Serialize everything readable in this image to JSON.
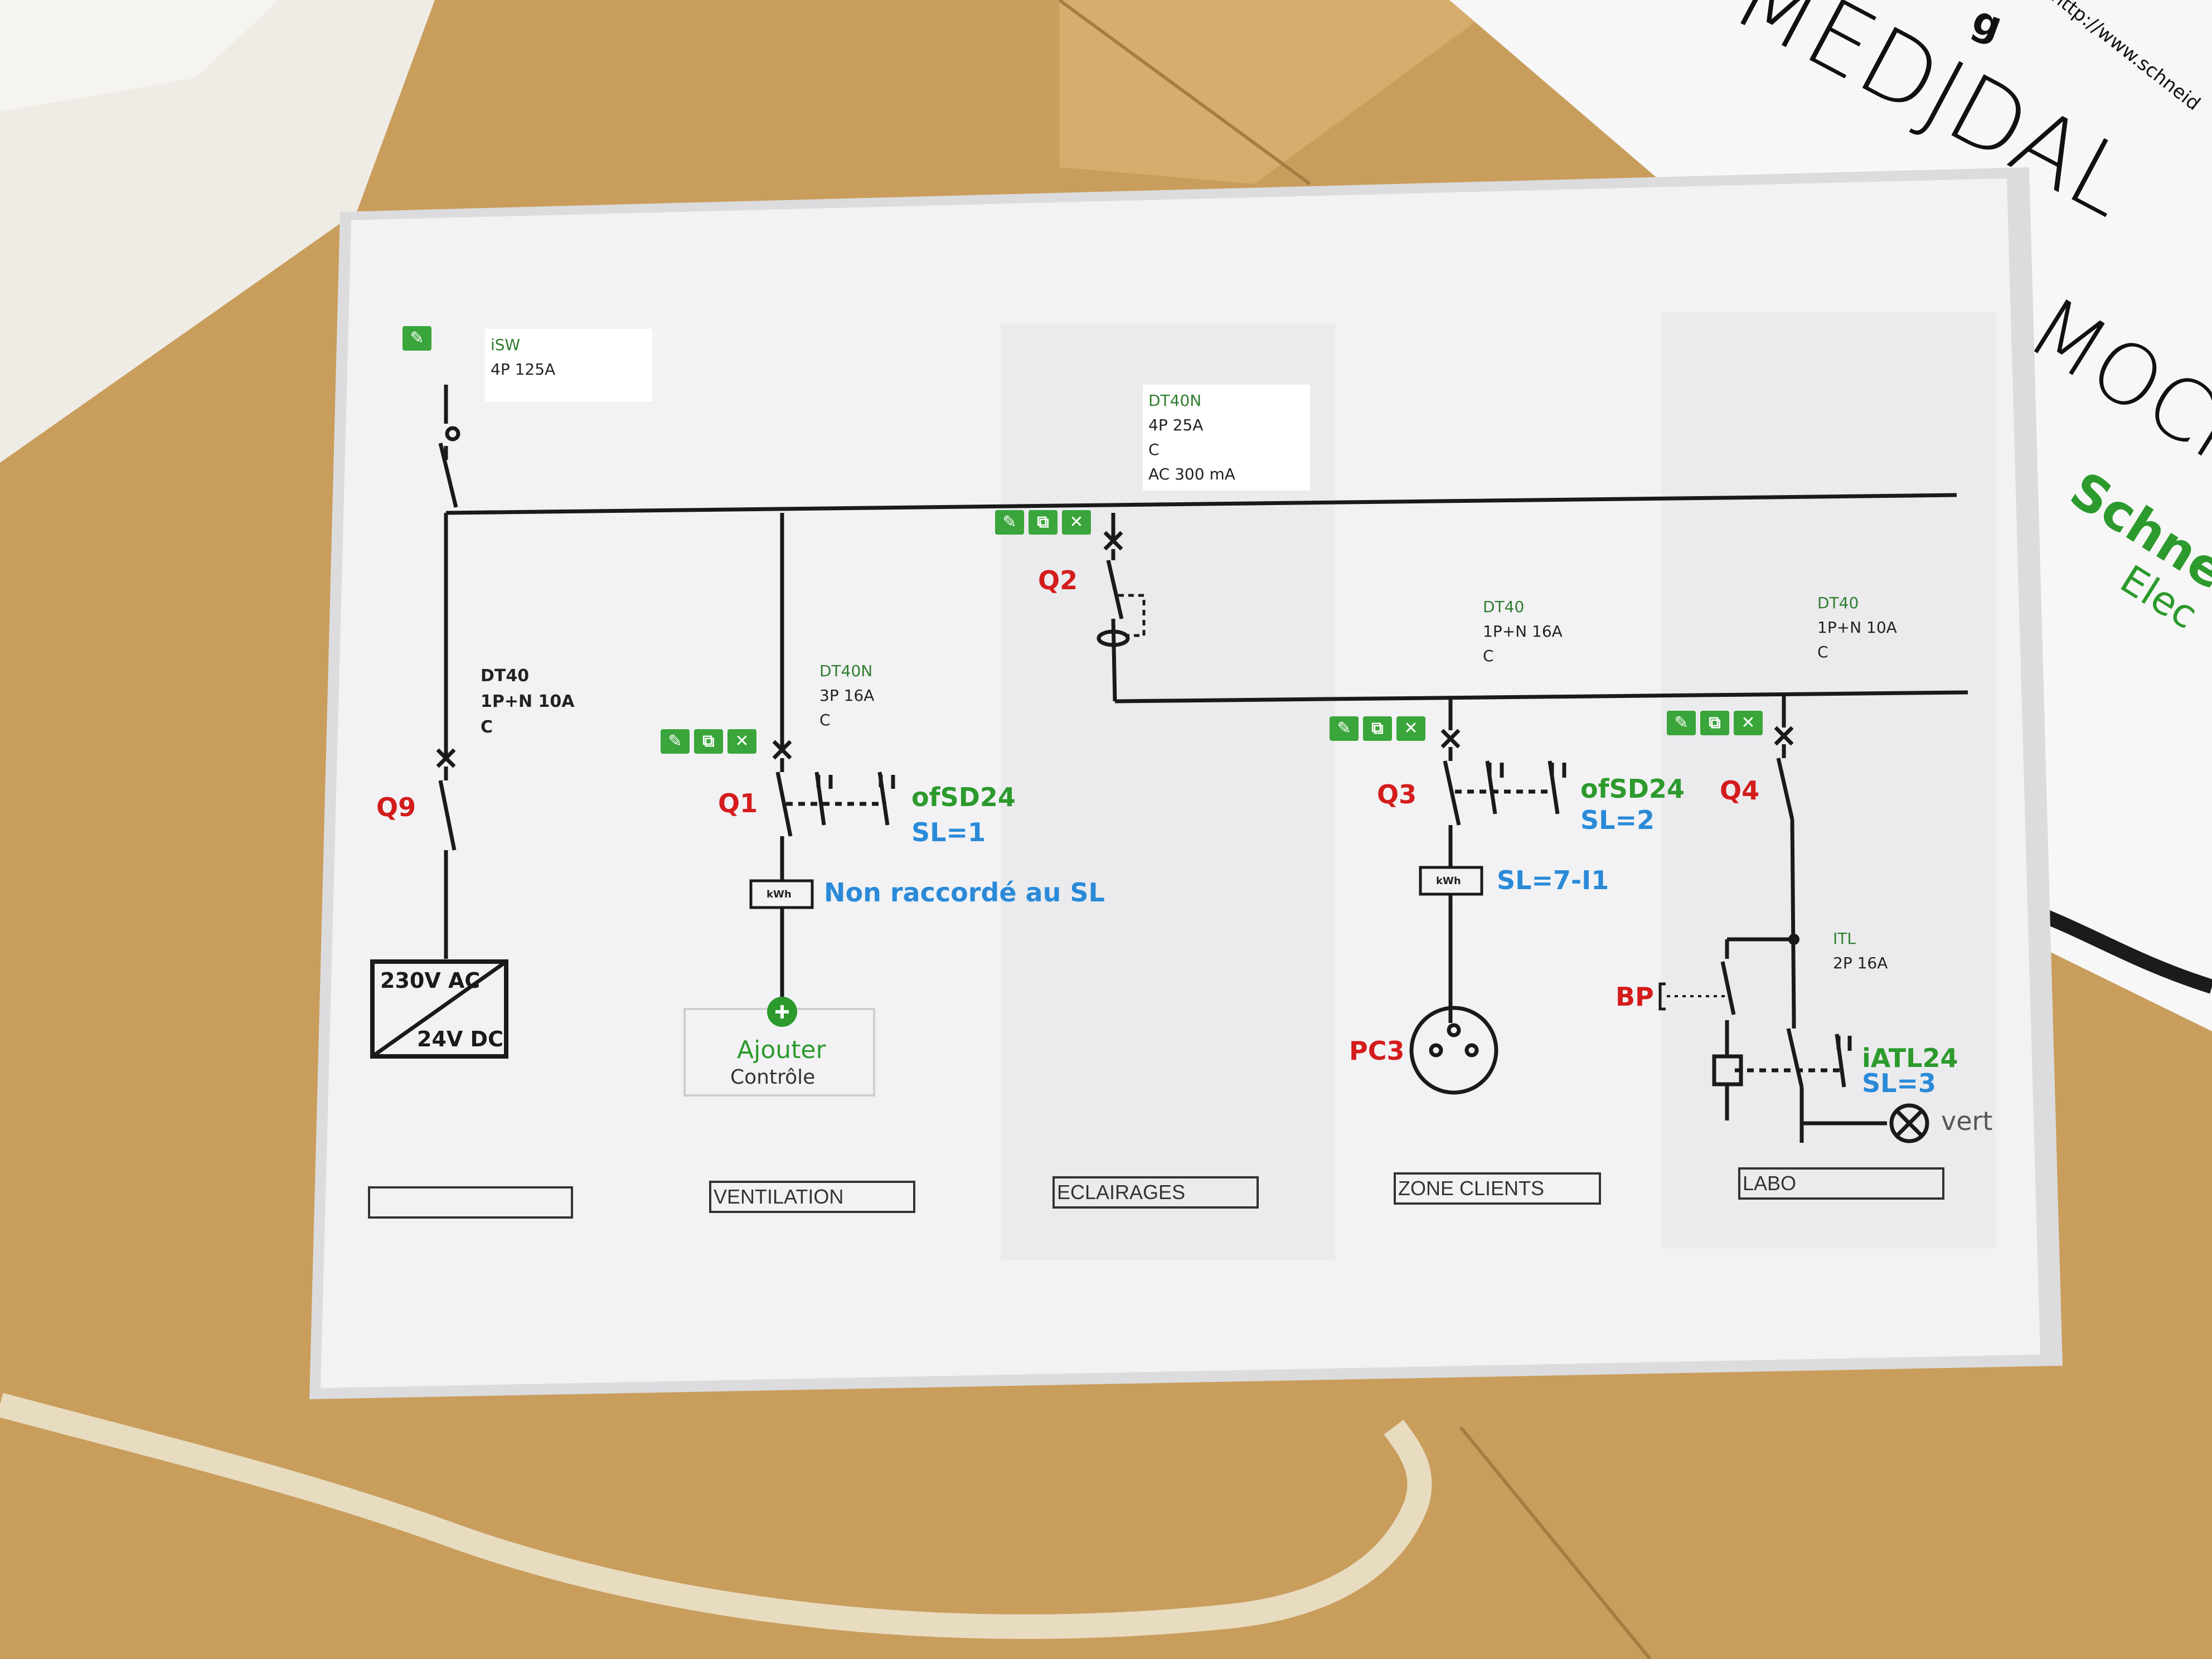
{
  "colors": {
    "table": "#c79a58",
    "paper": "#f3f3f4",
    "breaker_ref": "#d41c1c",
    "module_green": "#2c9a2c",
    "sl_blue": "#2a8ad8",
    "tool_green": "#3aa53a"
  },
  "icons": [
    "pencil-icon",
    "copy-icon",
    "delete-x-icon",
    "add-plus-icon"
  ],
  "background_note": {
    "url": "http://www.schneid",
    "handwriting_1": "MEDJDAL",
    "handwriting_2": "MOCH",
    "logo_line1": "Schne",
    "logo_line2": "Elec",
    "corner_text": "g"
  },
  "incomer": {
    "line1": "iSW",
    "line2": "4P 125A"
  },
  "q2_specs": {
    "line1": "DT40N",
    "line2": "4P 25A",
    "line3": "C",
    "line4": "AC 300 mA"
  },
  "q9_specs": {
    "line1": "DT40",
    "line2": "1P+N 10A",
    "line3": "C"
  },
  "q1_specs": {
    "line1": "DT40N",
    "line2": "3P 16A",
    "line3": "C"
  },
  "q3_specs": {
    "line1": "DT40",
    "line2": "1P+N 16A",
    "line3": "C"
  },
  "q4_specs": {
    "line1": "DT40",
    "line2": "1P+N 10A",
    "line3": "C"
  },
  "itl_specs": {
    "line1": "ITL",
    "line2": "2P 16A"
  },
  "refs": {
    "q9": "Q9",
    "q1": "Q1",
    "q2": "Q2",
    "q3": "Q3",
    "q4": "Q4",
    "bp": "BP",
    "pc3": "PC3"
  },
  "aux": {
    "q1_module": "ofSD24",
    "q1_sl": "SL=1",
    "q3_module": "ofSD24",
    "q3_sl": "SL=2",
    "q4_module": "iATL24",
    "q4_sl": "SL=3",
    "meter_q1_note": "Non raccordé au SL",
    "meter_q3_sl": "SL=7-I1",
    "meter_label": "kWh",
    "lamp_label": "vert"
  },
  "psu": {
    "line1": "230V AC",
    "line2": "24V DC"
  },
  "add_control": {
    "line1": "Ajouter",
    "line2": "Contrôle"
  },
  "sections": [
    "",
    "VENTILATION",
    "ECLAIRAGES",
    "ZONE CLIENTS",
    "LABO"
  ]
}
